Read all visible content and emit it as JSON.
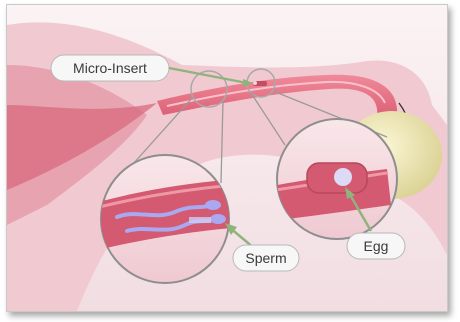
{
  "labels": {
    "micro_insert": "Micro-Insert",
    "sperm": "Sperm",
    "egg": "Egg"
  },
  "colors": {
    "background": "#f6eef0",
    "tissue_pink": "#f3d2d9",
    "tube_rose": "#d96a7d",
    "tube_dark": "#b9475c",
    "egg_cream": "#efe8b6",
    "sperm_blue": "#a9a8f0",
    "pointer_green": "#8fb37a",
    "label_fill": "#f7f7f7"
  },
  "icons": {
    "sperm": "sperm-icon",
    "egg": "egg-icon",
    "micro_insert": "micro-insert-icon"
  }
}
